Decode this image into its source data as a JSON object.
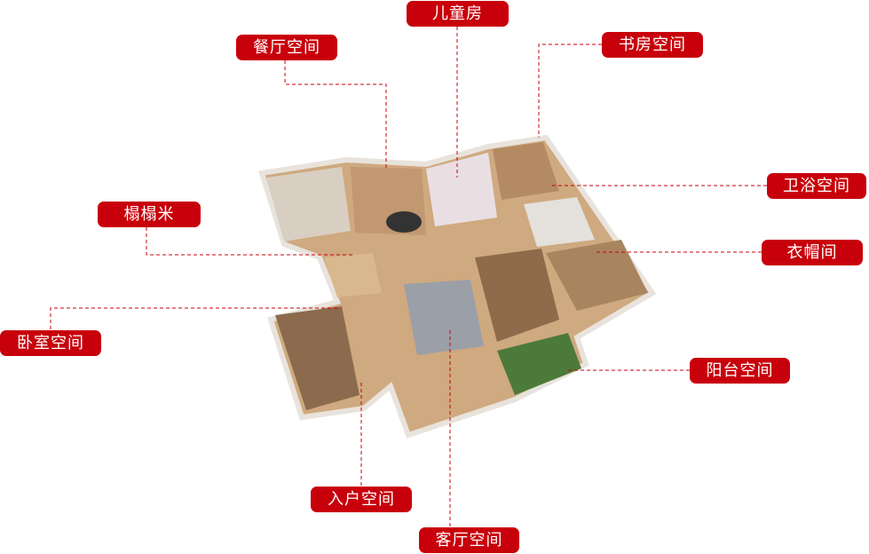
{
  "accent_color": "#c8000b",
  "labels": {
    "children_room": "儿童房",
    "dining": "餐厅空间",
    "study": "书房空间",
    "bathroom": "卫浴空间",
    "tatami": "榻榻米",
    "cloakroom": "衣帽间",
    "bedroom": "卧室空间",
    "balcony": "阳台空间",
    "entrance": "入户空间",
    "living": "客厅空间"
  }
}
